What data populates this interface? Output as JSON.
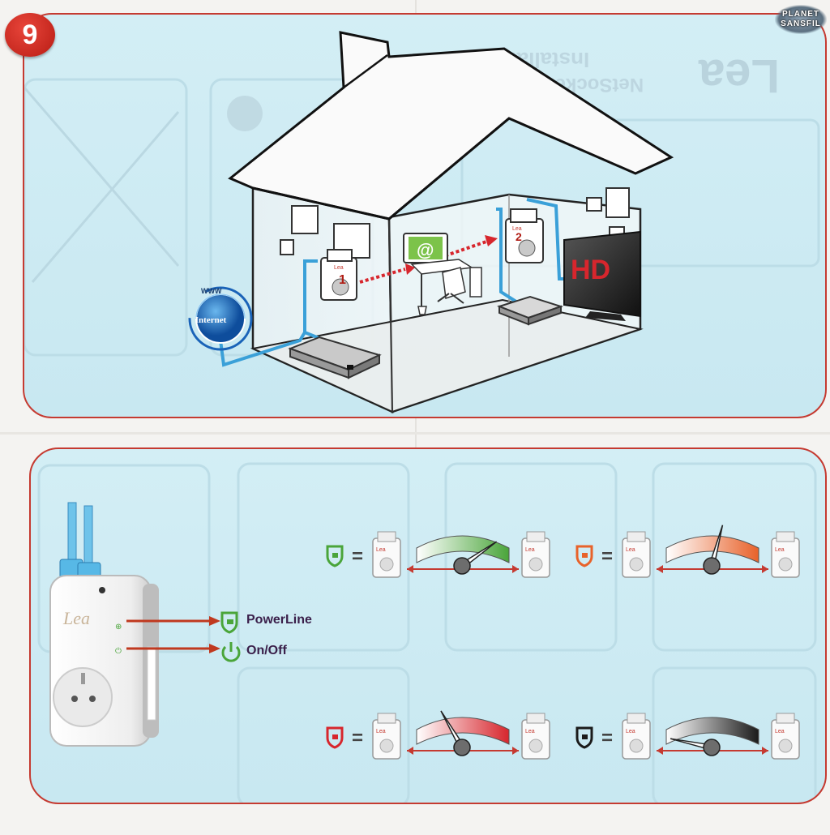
{
  "step_number": "9",
  "brand_logo": {
    "line1": "PLANET",
    "line2": "SANSFIL"
  },
  "background_print": {
    "line1": "Installation",
    "line2": "NetSocket200 Nano",
    "brand": "Lea"
  },
  "house": {
    "globe_ring_text": "WWW",
    "globe_label": "Internet",
    "adapter_1_number": "1",
    "adapter_2_number": "2",
    "adapter_brand": "Lea",
    "computer_screen_symbol": "@",
    "tv_label": "HD"
  },
  "device_legend": {
    "device_brand": "Lea",
    "powerline_label": "PowerLine",
    "onoff_label": "On/Off",
    "powerline_icon": "powerline-plug-shield-icon",
    "power_icon": "power-icon"
  },
  "signal_states": [
    {
      "id": "green",
      "equals": "=",
      "color": "#4aa53a",
      "needle_angle": 55
    },
    {
      "id": "orange",
      "equals": "=",
      "color": "#e8622a",
      "needle_angle": 15
    },
    {
      "id": "red",
      "equals": "=",
      "color": "#d7262d",
      "needle_angle": -30
    },
    {
      "id": "off",
      "equals": "=",
      "color": "#1b1b1b",
      "needle_angle": -78
    }
  ],
  "colors": {
    "accent_red": "#c53a31",
    "panel_blue": "#cdebf3",
    "cable_blue": "#3aa0d8",
    "powerline_green": "#4aa53a"
  }
}
